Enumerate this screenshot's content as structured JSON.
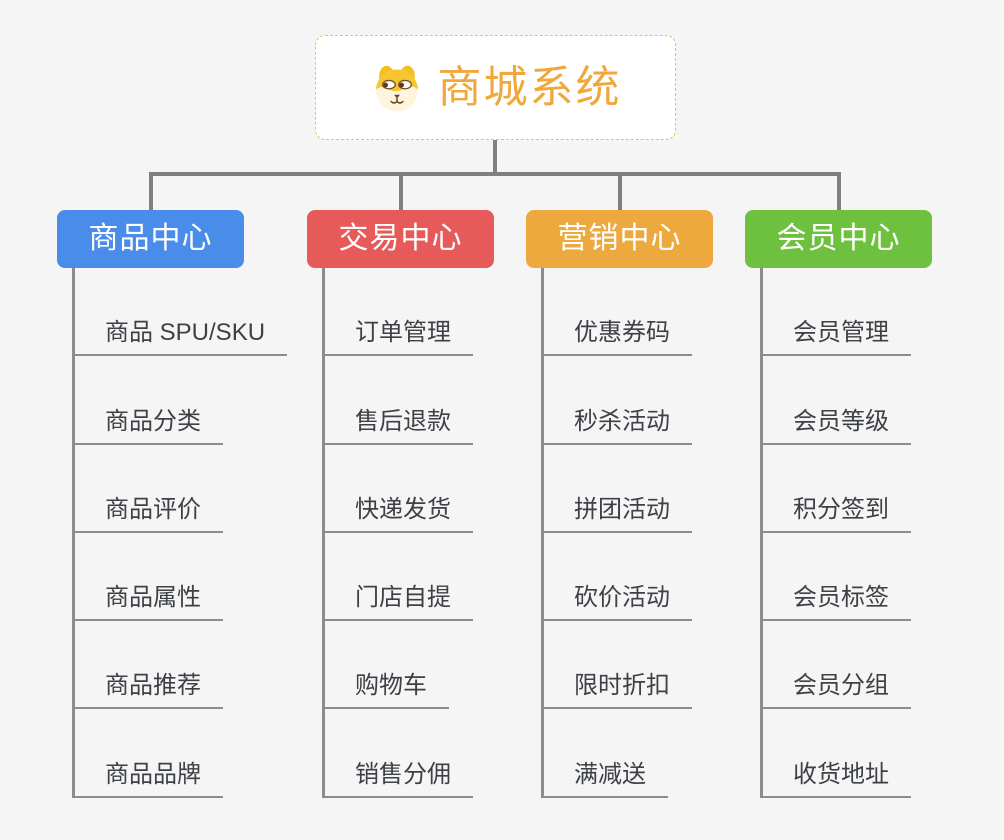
{
  "page": {
    "background": "#f5f5f5"
  },
  "root": {
    "title": "商城系统",
    "icon": "shiba-dog-face",
    "text_color": "#f0a73c",
    "border_color": "#f0bc62",
    "background": "#ffffff"
  },
  "connector": {
    "color": "#808080",
    "trunk_color": "#8c8c8c"
  },
  "child_text_color": "#3d4045",
  "branches": [
    {
      "label": "商品中心",
      "color": "#4a8cea",
      "children": [
        "商品 SPU/SKU",
        "商品分类",
        "商品评价",
        "商品属性",
        "商品推荐",
        "商品品牌"
      ]
    },
    {
      "label": "交易中心",
      "color": "#e75a5a",
      "children": [
        "订单管理",
        "售后退款",
        "快递发货",
        "门店自提",
        "购物车",
        "销售分佣"
      ]
    },
    {
      "label": "营销中心",
      "color": "#eda93e",
      "children": [
        "优惠券码",
        "秒杀活动",
        "拼团活动",
        "砍价活动",
        "限时折扣",
        "满减送"
      ]
    },
    {
      "label": "会员中心",
      "color": "#6ec13e",
      "children": [
        "会员管理",
        "会员等级",
        "积分签到",
        "会员标签",
        "会员分组",
        "收货地址"
      ]
    }
  ]
}
